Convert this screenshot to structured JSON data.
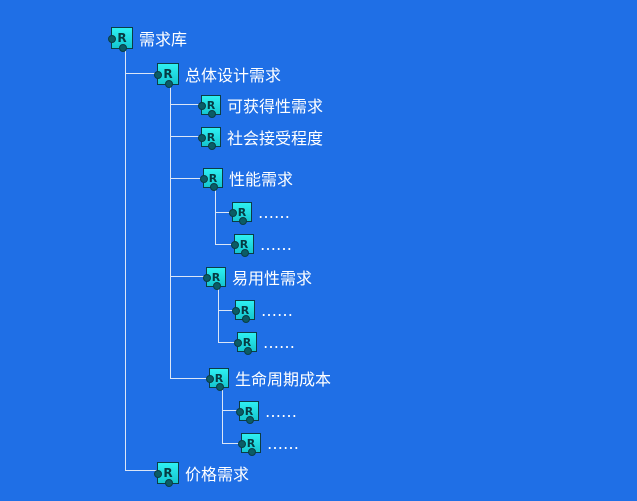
{
  "tree": {
    "root": {
      "icon": "requirement-puzzle-icon",
      "icon_text": "R",
      "label": "需求库"
    },
    "overall": {
      "icon": "requirement-puzzle-icon",
      "icon_text": "R",
      "label": "总体设计需求"
    },
    "availability": {
      "icon": "requirement-puzzle-icon",
      "icon_text": "R",
      "label": "可获得性需求"
    },
    "social": {
      "icon": "requirement-puzzle-icon",
      "icon_text": "R",
      "label": "社会接受程度"
    },
    "performance": {
      "icon": "requirement-puzzle-icon",
      "icon_text": "R",
      "label": "性能需求",
      "children": [
        {
          "icon": "requirement-puzzle-icon",
          "icon_text": "R",
          "label": "……"
        },
        {
          "icon": "requirement-puzzle-icon",
          "icon_text": "R",
          "label": "……"
        }
      ]
    },
    "usability": {
      "icon": "requirement-puzzle-icon",
      "icon_text": "R",
      "label": "易用性需求",
      "children": [
        {
          "icon": "requirement-puzzle-icon",
          "icon_text": "R",
          "label": "……"
        },
        {
          "icon": "requirement-puzzle-icon",
          "icon_text": "R",
          "label": "……"
        }
      ]
    },
    "lifecycle": {
      "icon": "requirement-puzzle-icon",
      "icon_text": "R",
      "label": "生命周期成本",
      "children": [
        {
          "icon": "requirement-puzzle-icon",
          "icon_text": "R",
          "label": "……"
        },
        {
          "icon": "requirement-puzzle-icon",
          "icon_text": "R",
          "label": "……"
        }
      ]
    },
    "price": {
      "icon": "requirement-puzzle-icon",
      "icon_text": "R",
      "label": "价格需求"
    }
  }
}
